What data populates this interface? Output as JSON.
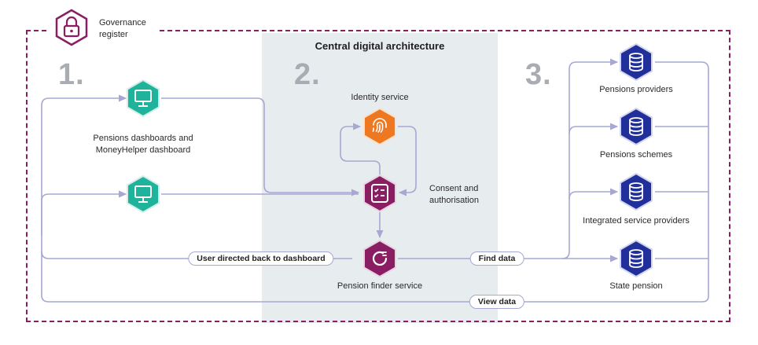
{
  "governance": {
    "label": "Governance\nregister"
  },
  "central_title": "Central digital architecture",
  "steps": {
    "one": "1.",
    "two": "2.",
    "three": "3."
  },
  "dashboards": {
    "label": "Pensions dashboards and\nMoneyHelper dashboard"
  },
  "identity": {
    "label": "Identity service"
  },
  "consent": {
    "label": "Consent and\nauthorisation"
  },
  "finder": {
    "label": "Pension finder service"
  },
  "providers": [
    {
      "label": "Pensions providers"
    },
    {
      "label": "Pensions schemes"
    },
    {
      "label": "Integrated service providers"
    },
    {
      "label": "State pension"
    }
  ],
  "pills": {
    "back": "User directed back to dashboard",
    "find": "Find data",
    "view": "View data"
  },
  "colors": {
    "teal": "#1fb39b",
    "orange": "#ee7822",
    "plum": "#8a1e63",
    "navy": "#212f9a",
    "line": "#a6a8d3",
    "central_bg": "#e7ecee"
  },
  "icons": {
    "governance": "padlock-icon",
    "dashboard": "monitor-icon",
    "identity": "fingerprint-icon",
    "consent": "checklist-icon",
    "finder": "search-icon",
    "provider": "database-icon"
  }
}
